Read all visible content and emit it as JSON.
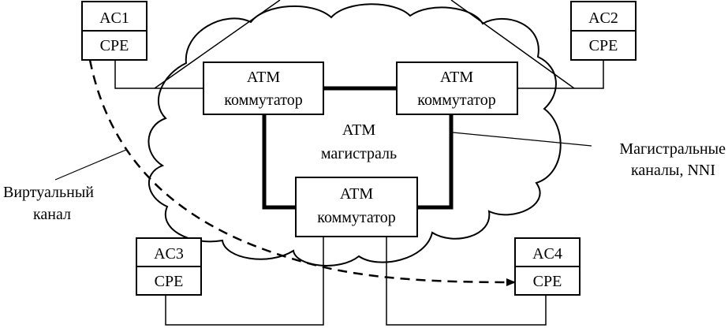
{
  "colors": {
    "ink": "#000000",
    "background": "#ffffff"
  },
  "access_nodes": {
    "ac1": {
      "top": "AC1",
      "bottom": "CPE"
    },
    "ac2": {
      "top": "AC2",
      "bottom": "CPE"
    },
    "ac3": {
      "top": "AC3",
      "bottom": "CPE"
    },
    "ac4": {
      "top": "AC4",
      "bottom": "CPE"
    }
  },
  "switches": {
    "left": {
      "line1": "ATM",
      "line2": "коммутатор"
    },
    "right": {
      "line1": "ATM",
      "line2": "коммутатор"
    },
    "bottom": {
      "line1": "ATM",
      "line2": "коммутатор"
    }
  },
  "backbone": {
    "line1": "ATM",
    "line2": "магистраль"
  },
  "labels": {
    "trunks_line1": "Магистральные",
    "trunks_line2": "каналы, NNI",
    "vc_line1": "Виртуальный",
    "vc_line2": "канал"
  }
}
